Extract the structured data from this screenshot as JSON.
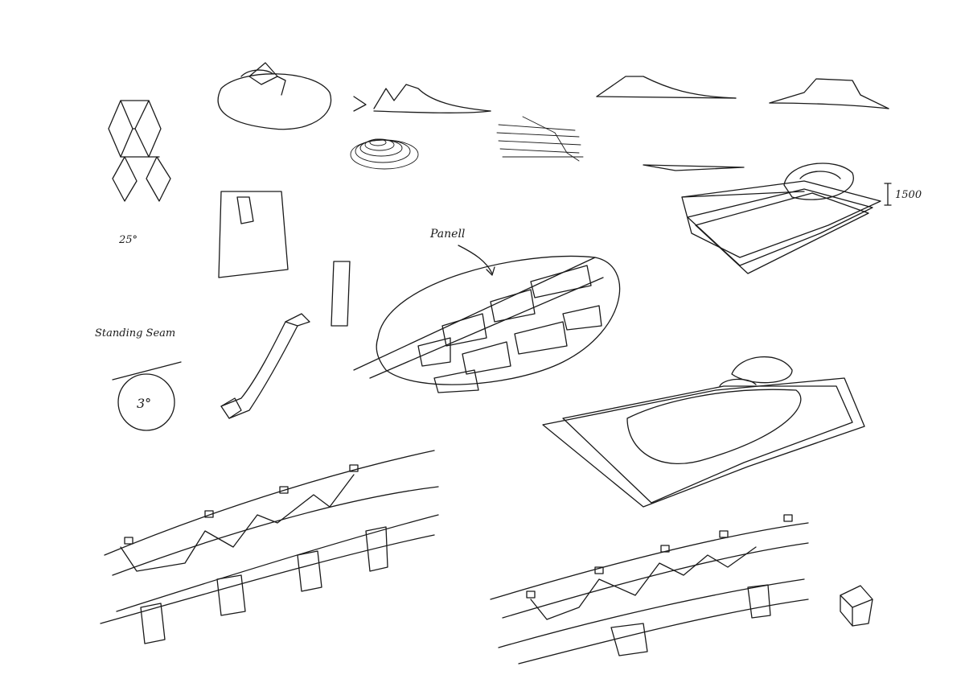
{
  "annotations": {
    "angle_1": "25°",
    "angle_2": "3°",
    "height": "1500",
    "panel_note": "Panell",
    "seam_note": "Standing Seam"
  },
  "colors": {
    "paper": "#ffffff",
    "ink": "#1a1a1a"
  }
}
